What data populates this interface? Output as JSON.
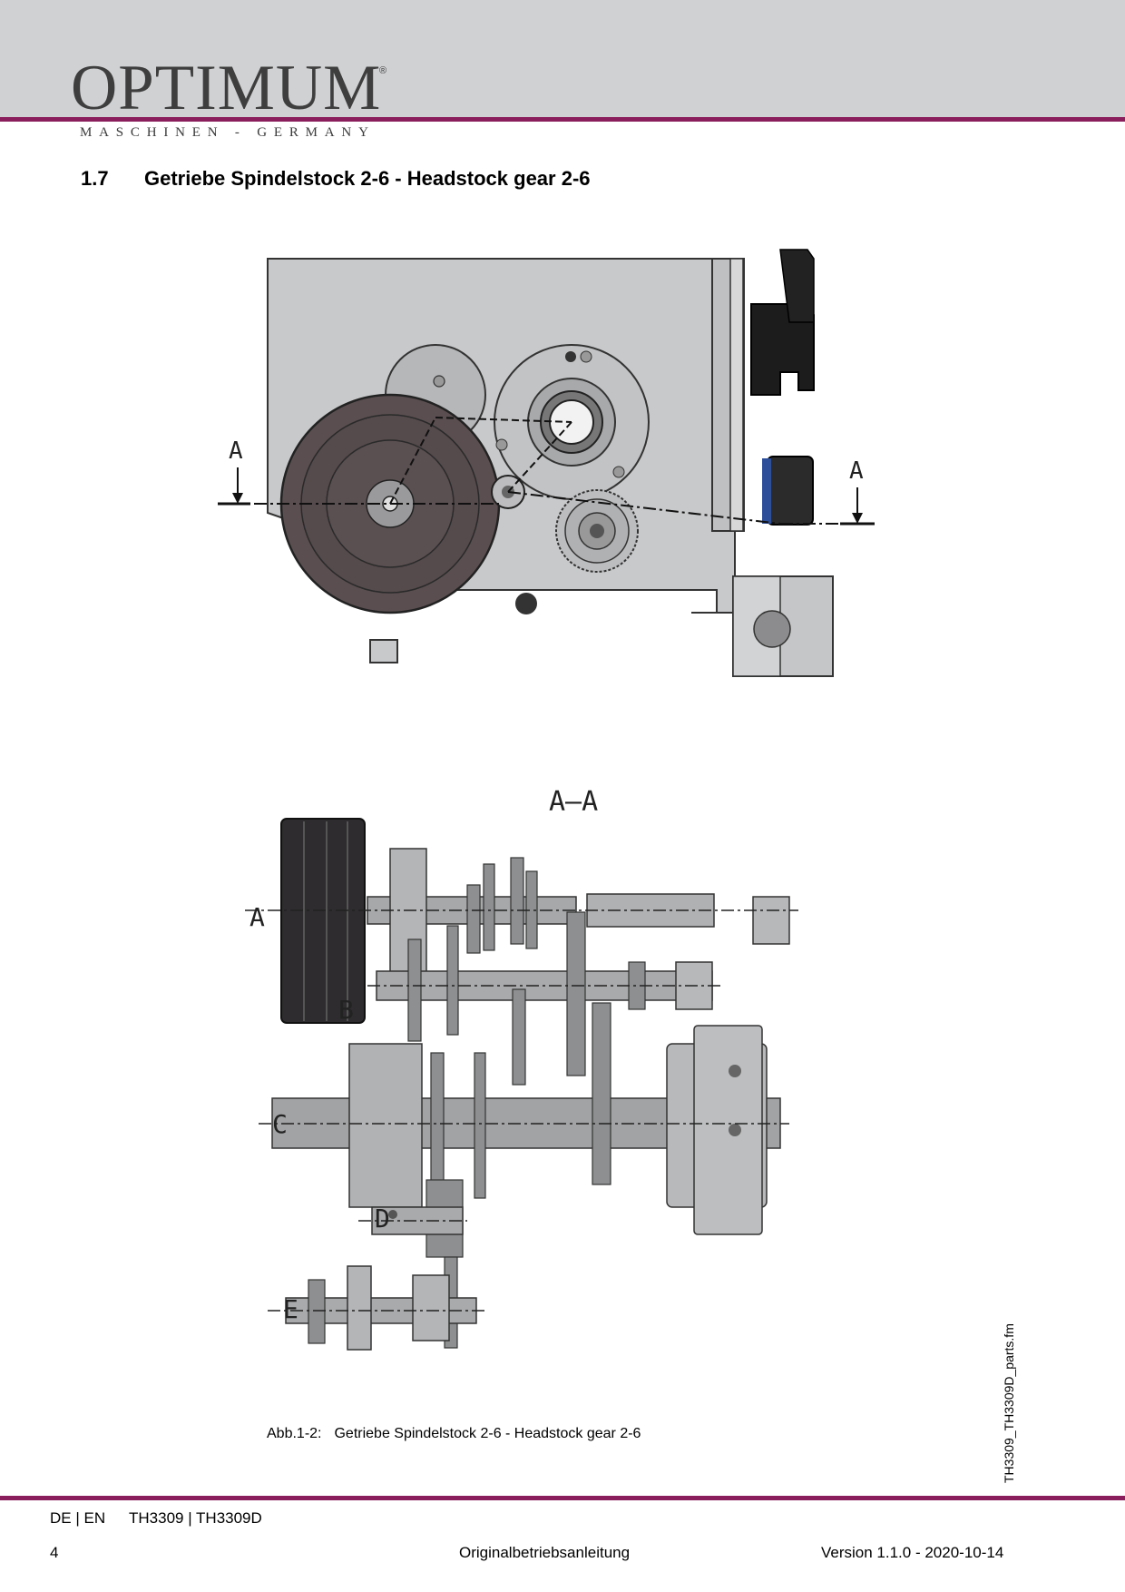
{
  "header": {
    "logo_text": "OPTIMUM",
    "logo_reg": "®",
    "tagline": "MASCHINEN - GERMANY"
  },
  "section": {
    "number": "1.7",
    "title": "Getriebe Spindelstock 2-6 - Headstock gear 2-6"
  },
  "figure_top": {
    "section_marker_left": "A",
    "section_marker_right": "A"
  },
  "figure_bottom": {
    "section_title": "A–A",
    "shaft_labels": [
      "A",
      "B",
      "C",
      "D",
      "E"
    ]
  },
  "caption": {
    "label": "Abb.1-2:",
    "text": "Getriebe Spindelstock 2-6 - Headstock gear 2-6"
  },
  "side_filename": "TH3309_TH3309D_parts.fm",
  "footer": {
    "languages": "DE | EN",
    "model": "TH3309 | TH3309D",
    "page_number": "4",
    "document_type": "Originalbetriebsanleitung",
    "version": "Version 1.1.0 - 2020-10-14"
  },
  "colors": {
    "accent_rule": "#8a1e5c",
    "header_band": "#d0d1d3"
  }
}
